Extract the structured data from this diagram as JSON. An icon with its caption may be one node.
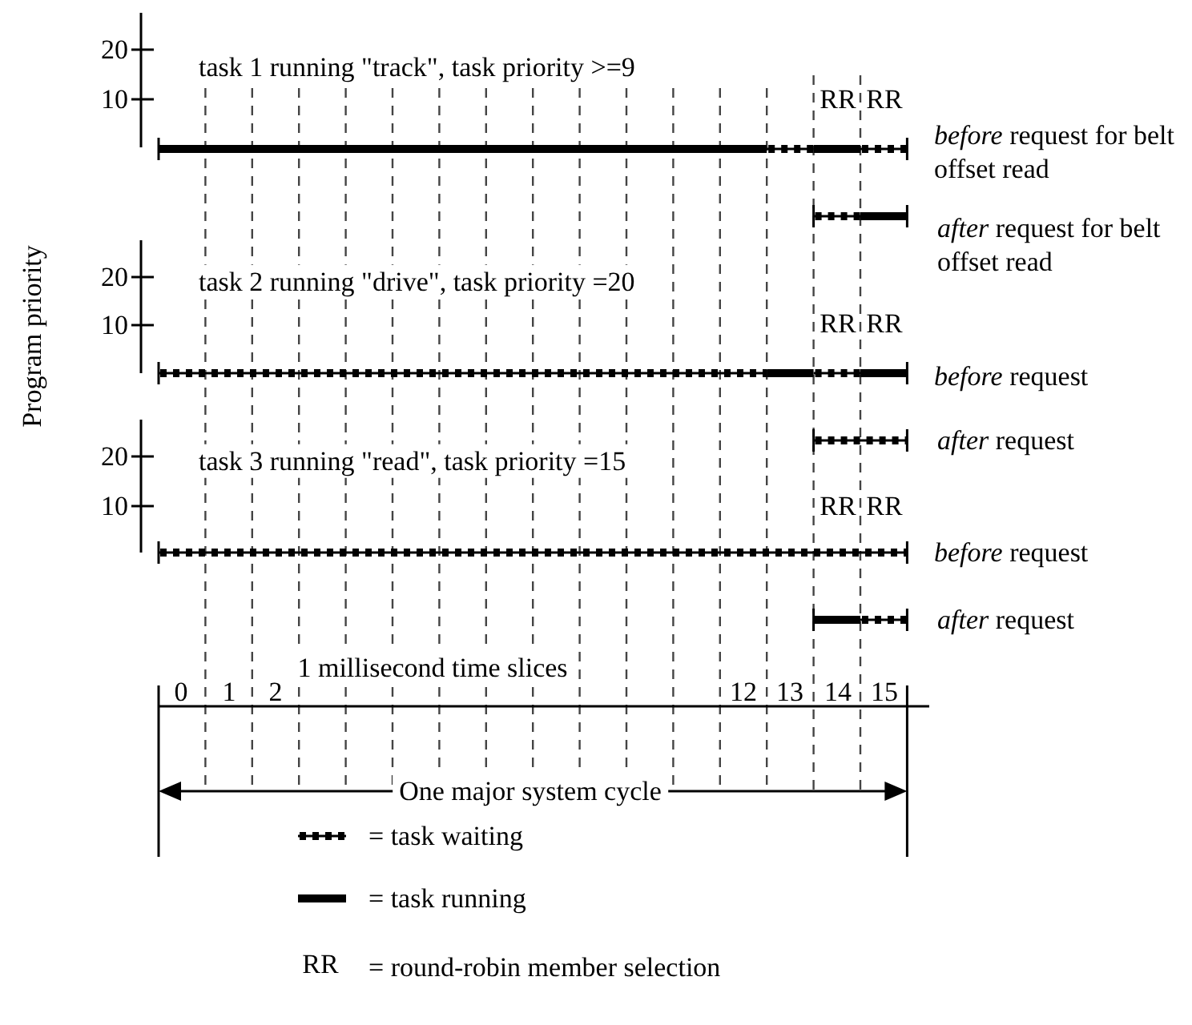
{
  "diagram": {
    "labels": [
      "20",
      "10",
      "task 1 running \"track\", task priority >=9",
      "RR",
      "RR",
      "*before* request for belt offset read",
      "*after* request for belt offset read",
      "Program priority",
      "20",
      "task 2 running \"drive\", task priority =20",
      "10",
      "RR",
      "RR",
      "*before* request",
      "*after* request",
      "20",
      "task 3 running \"read\", task priority =15",
      "10",
      "RR",
      "RR",
      "*before* request",
      "*after* request",
      "1 millisecond time slices",
      "0",
      "1",
      "2",
      "12",
      "13",
      "14",
      "15",
      "One major system cycle",
      "RR"
    ],
    "legend": [
      {
        "text": "= task waiting"
      },
      {
        "text": "= task running"
      },
      {
        "text": "= round-robin member selection"
      }
    ]
  }
}
